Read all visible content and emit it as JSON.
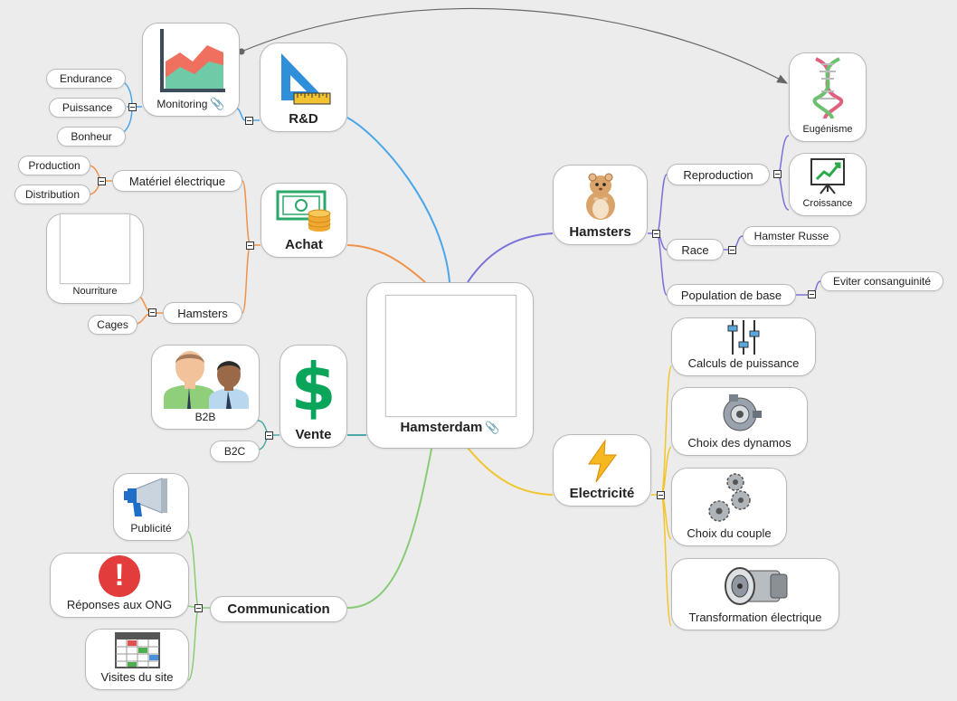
{
  "center": {
    "label": "Hamsterdam",
    "attachment_icon": "paperclip-icon"
  },
  "branches": {
    "rd": {
      "label": "R&D",
      "icon": "set-square-ruler-icon",
      "monitoring": {
        "label": "Monitoring",
        "icon": "area-chart-icon",
        "attachment_icon": "paperclip-icon"
      },
      "children": [
        "Endurance",
        "Puissance",
        "Bonheur"
      ]
    },
    "achat": {
      "label": "Achat",
      "icon": "money-coins-icon",
      "materiel": {
        "label": "Matériel électrique",
        "children": [
          "Production",
          "Distribution"
        ]
      },
      "hamsters": {
        "label": "Hamsters",
        "nourriture": "Nourriture",
        "cages": "Cages"
      }
    },
    "vente": {
      "label": "Vente",
      "icon": "dollar-icon",
      "b2b": {
        "label": "B2B",
        "icon": "business-people-icon"
      },
      "b2c": "B2C"
    },
    "communication": {
      "label": "Communication",
      "publicite": {
        "label": "Publicité",
        "icon": "megaphone-icon"
      },
      "ong": {
        "label": "Réponses aux ONG",
        "icon": "exclamation-icon"
      },
      "visites": {
        "label": "Visites du site",
        "icon": "spreadsheet-icon"
      }
    },
    "hamsters": {
      "label": "Hamsters",
      "icon": "hamster-icon",
      "reproduction": {
        "label": "Reproduction",
        "eugenisme": {
          "label": "Eugénisme",
          "icon": "dna-icon"
        },
        "croissance": {
          "label": "Croissance",
          "icon": "growth-chart-icon"
        }
      },
      "race": {
        "label": "Race",
        "child": "Hamster Russe"
      },
      "population": {
        "label": "Population de base",
        "child": "Eviter consanguinité"
      }
    },
    "electricite": {
      "label": "Electricité",
      "icon": "lightning-icon",
      "children": [
        {
          "label": "Calculs de puissance",
          "icon": "sliders-icon"
        },
        {
          "label": "Choix des dynamos",
          "icon": "dynamo-icon"
        },
        {
          "label": "Choix du couple",
          "icon": "gears-icon"
        },
        {
          "label": "Transformation électrique",
          "icon": "turbine-icon"
        }
      ]
    }
  },
  "colors": {
    "rd": "#4aa6e8",
    "achat": "#f0934a",
    "vente": "#4ba8a6",
    "communication": "#88cc78",
    "hamsters": "#7b72d8",
    "electricite": "#f2c52c",
    "relation": "#666666"
  }
}
